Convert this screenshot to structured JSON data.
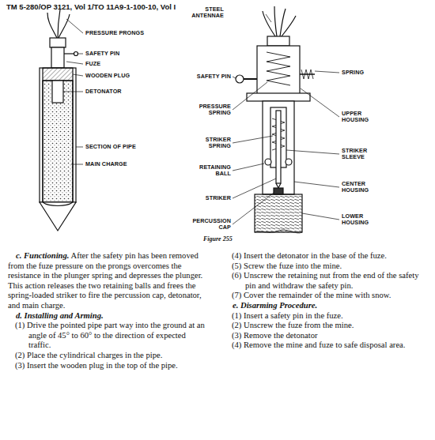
{
  "diagram": {
    "caption": "Figure 255",
    "labels": [
      "TM 5-280/OP 3121, Vol 1/TO 11A9-1-100-10, Vol I",
      "PRESSURE PRONGS",
      "SAFETY PIN",
      "FUZE",
      "WOODEN PLUG",
      "DETONATOR",
      "SECTION OF PIPE",
      "MAIN CHARGE",
      "STEEL ANTENNAE",
      "SAFETY PIN",
      "SPRING",
      "PRESSURE SPRING",
      "UPPER HOUSING",
      "STRIKER SPRING",
      "STRIKER SLEEVE",
      "RETAINING BALL",
      "STRIKER",
      "CENTER HOUSING",
      "PERCUSSION CAP",
      "LOWER HOUSING",
      "c. Functioning.",
      "After the safety pin has been removed from the fuze pressure on the prongs overcomes the resistance in the plunger spring and depresses the plunger. This action releases the two retaining balls and frees the spring-loaded striker to fire the percussion cap, detonator, and main charge.",
      "d. Installing and Arming.",
      "(1) Drive the pointed pipe part way into the ground at an angle of 45° to 60° to the direction of expected traffic.",
      "(2) Place the cylindrical charges in the pipe.",
      "(3) Insert the wooden plug in the top of the pipe.",
      "(4) Insert the detonator in the base of the fuze.",
      "(5) Screw the fuze into the mine.",
      "(6) Unscrew the retaining nut from the end of the safety pin and withdraw the safety pin.",
      "(7) Cover the remainder of the mine with snow.",
      "e. Disarming Procedure.",
      "(1) Insert a safety pin in the fuze.",
      "(2) Unscrew the fuze from the mine.",
      "(3) Remove the detonator",
      "(4) Remove the mine and fuze to safe disposal area."
    ]
  }
}
